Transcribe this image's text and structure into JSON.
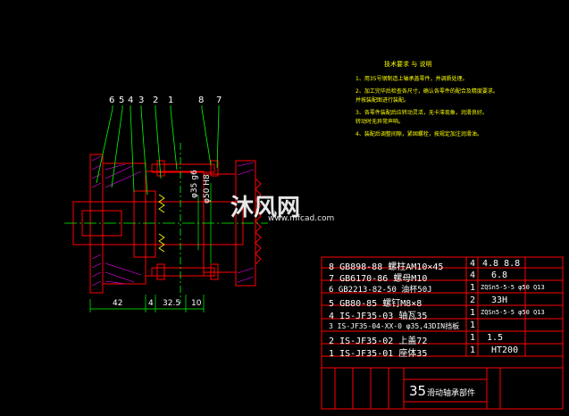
{
  "notes": {
    "title": "技术要求 与 说明",
    "items": [
      "1、用35号钢制造上轴承盖零件，并调质处理。",
      "2、加工完毕后检查各尺寸，确认各零件的配合及精度要求。",
      "   并按装配图进行装配。",
      "3、各零件装配后应转动灵活，无卡滞现象，润滑良好。",
      "   转动时无异常声响。",
      "4、装配后调整间隙，紧固螺栓，按规定加注润滑油。"
    ]
  },
  "balloons": [
    "6",
    "5",
    "4",
    "3",
    "2",
    "1",
    "8",
    "7"
  ],
  "dims": {
    "d1": "φ35 g6",
    "d2": "φ50 H8",
    "h1": "42",
    "h2": "4",
    "h3": "32.5",
    "h4": "10"
  },
  "bom": [
    {
      "no": "8",
      "code": "GB898-88",
      "name": "螺柱AM10×45",
      "qty": "4",
      "mat": "4.8",
      "extra": "8.8"
    },
    {
      "no": "7",
      "code": "GB6170-86",
      "name": "螺母M10",
      "qty": "4",
      "mat": "6.8",
      "extra": ""
    },
    {
      "no": "6",
      "code": "GB2213-82-50",
      "name": "油杯50J",
      "qty": "1",
      "mat": "ZQSn5-5-5",
      "extra": "φ50 Q13"
    },
    {
      "no": "5",
      "code": "GB80-85",
      "name": "螺钉M8×8",
      "qty": "2",
      "mat": "33H",
      "extra": ""
    },
    {
      "no": "4",
      "code": "IS-JF35-03",
      "name": "轴瓦35",
      "qty": "1",
      "mat": "ZQSn5-5-5",
      "extra": "φ50 Q13"
    },
    {
      "no": "3",
      "code": "IS-JF35-04-XX-0",
      "name": "φ35,43DIN挡板",
      "qty": "1",
      "mat": "",
      "extra": ""
    },
    {
      "no": "2",
      "code": "IS-JF35-02",
      "name": "上盖72",
      "qty": "1",
      "mat": "1.5",
      "extra": ""
    },
    {
      "no": "1",
      "code": "IS-JF35-01",
      "name": "座体35",
      "qty": "1",
      "mat": "HT200",
      "extra": ""
    }
  ],
  "title_block": {
    "title": "35",
    "subtitle": "滑动轴承部件"
  },
  "watermark": {
    "brand": "沐风网",
    "url": "www.mfcad.com"
  },
  "colors": {
    "bg": "#000000",
    "outline": "#ff0000",
    "centerline": "#00ff00",
    "notes": "#ffff00",
    "white": "#ffffff",
    "hatch": "#ff00ff"
  }
}
